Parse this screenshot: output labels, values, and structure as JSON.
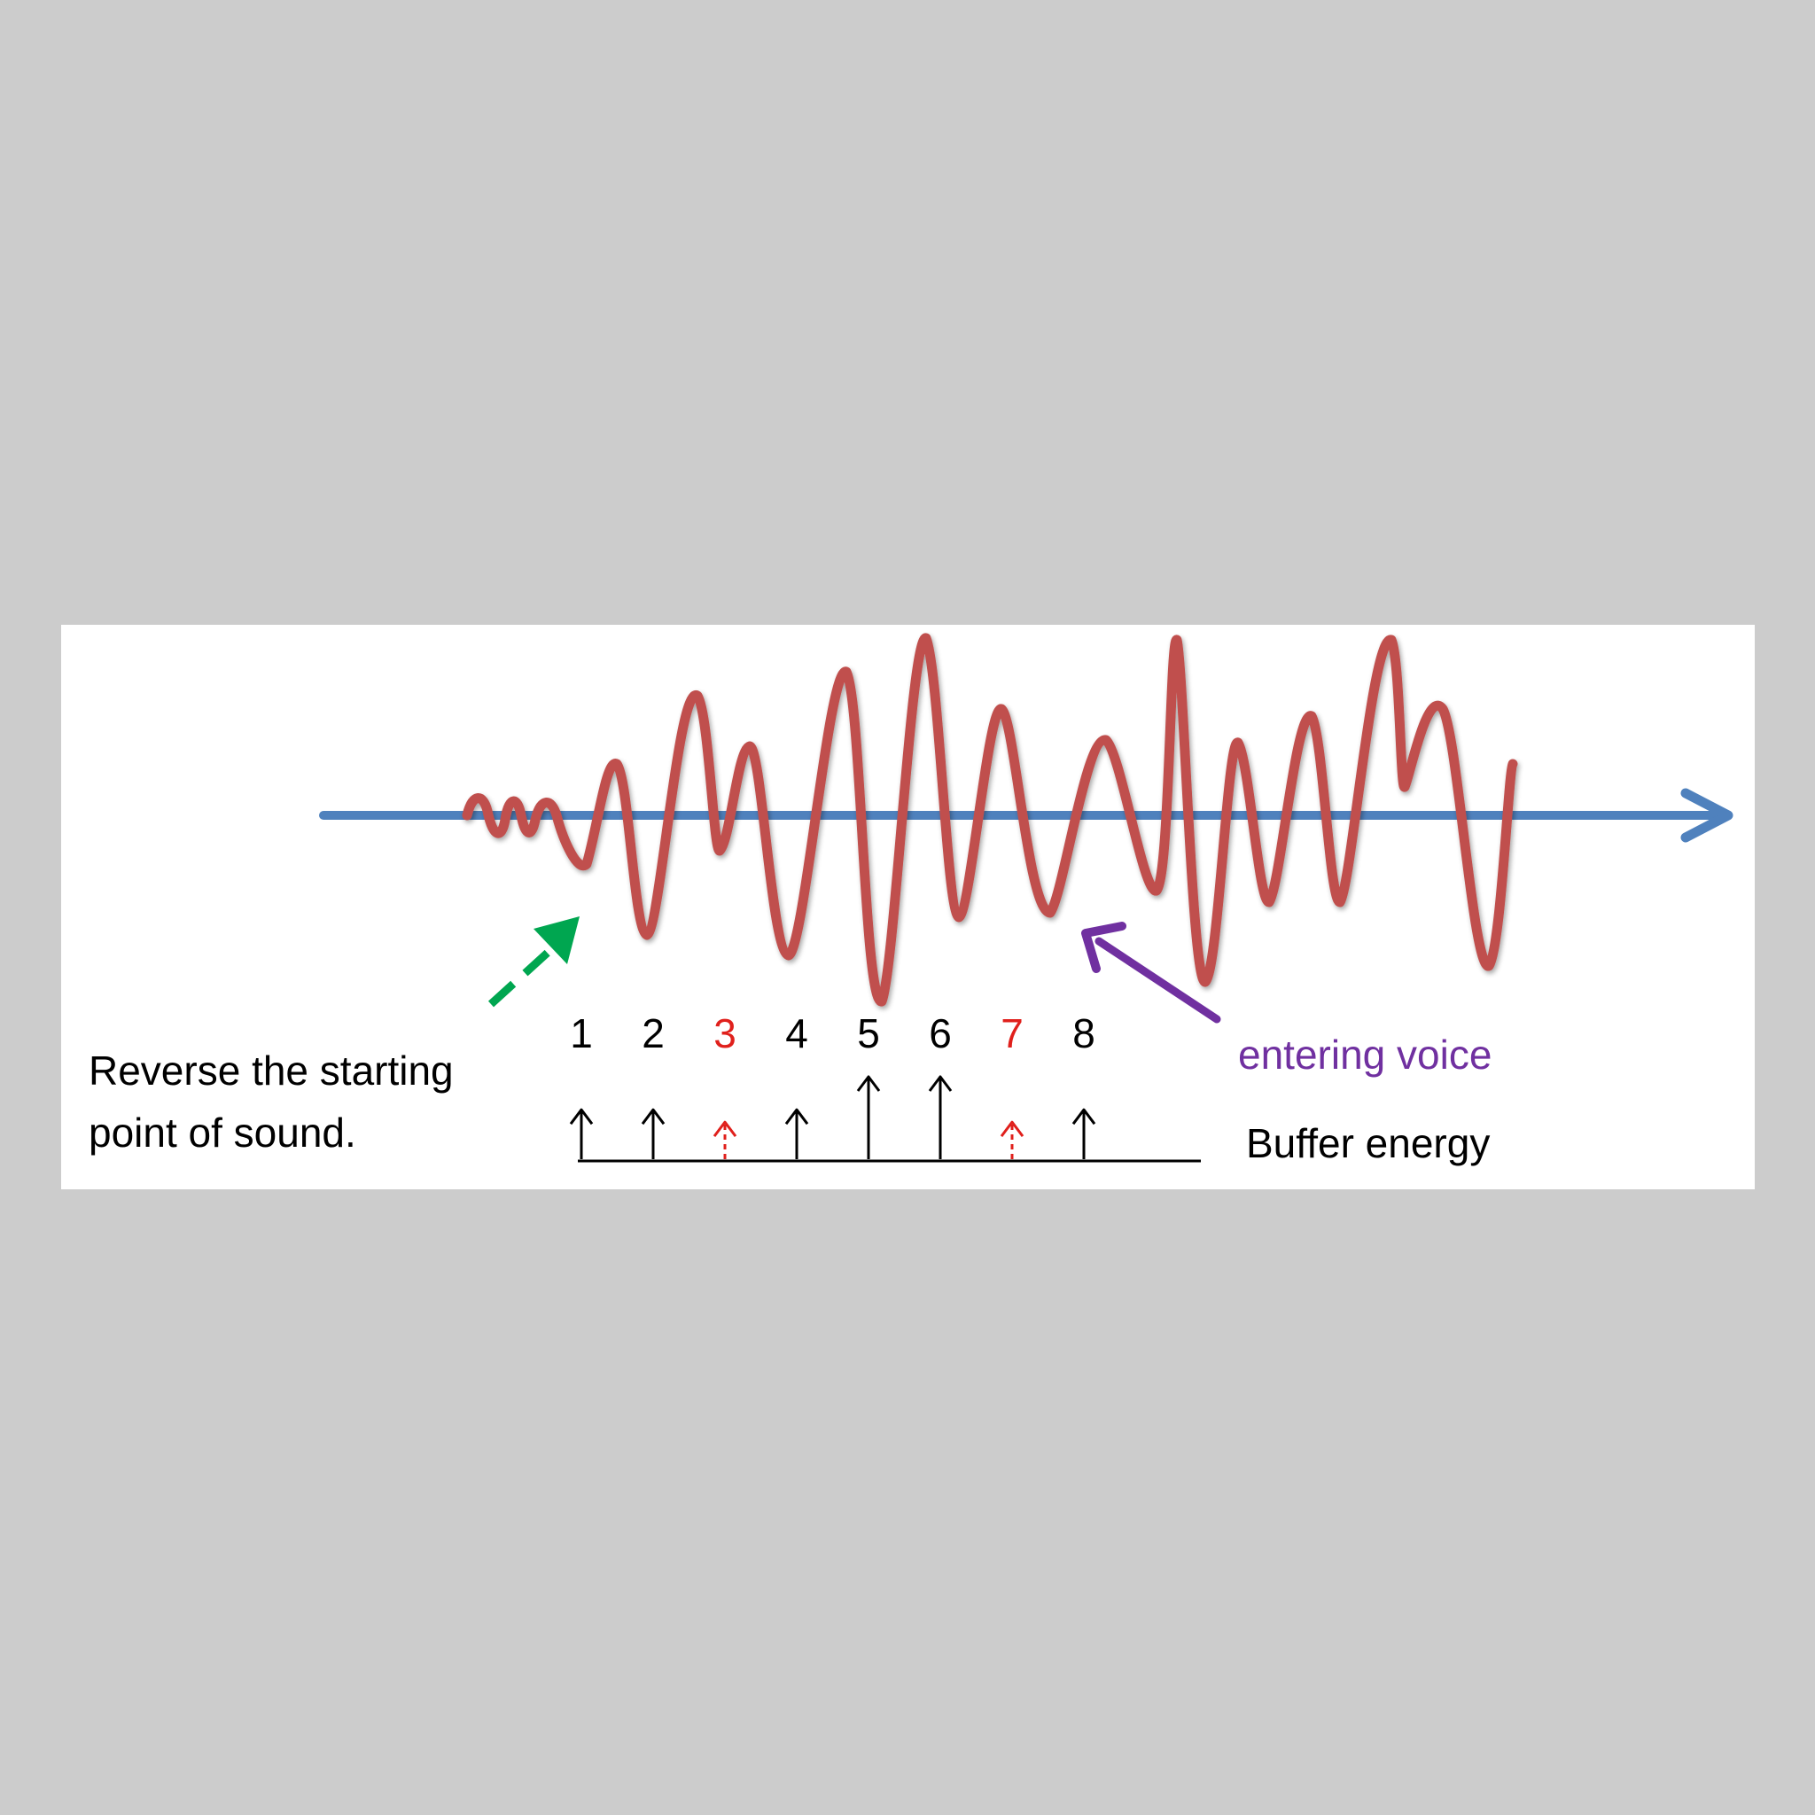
{
  "annotations": {
    "start_point": [
      "Reverse the starting",
      "point of sound."
    ],
    "entering_voice": "entering voice",
    "buffer_energy": "Buffer energy"
  },
  "buffers": [
    {
      "label": "1",
      "color": "#000000",
      "energy": 0.6,
      "style": "solid"
    },
    {
      "label": "2",
      "color": "#000000",
      "energy": 0.6,
      "style": "solid"
    },
    {
      "label": "3",
      "color": "#e0201c",
      "energy": 0.45,
      "style": "dashed"
    },
    {
      "label": "4",
      "color": "#000000",
      "energy": 0.6,
      "style": "solid"
    },
    {
      "label": "5",
      "color": "#000000",
      "energy": 1.0,
      "style": "solid"
    },
    {
      "label": "6",
      "color": "#000000",
      "energy": 1.0,
      "style": "solid"
    },
    {
      "label": "7",
      "color": "#e0201c",
      "energy": 0.45,
      "style": "dashed"
    },
    {
      "label": "8",
      "color": "#000000",
      "energy": 0.6,
      "style": "solid"
    }
  ],
  "colors": {
    "background": "#cccccc",
    "panel": "#ffffff",
    "waveform": "#c0504d",
    "time_axis": "#4f81bd",
    "start_arrow": "#00a650",
    "voice_arrow": "#7030a0",
    "voice_label": "#7030a0",
    "marker_default": "#000000",
    "marker_highlight": "#e0201c"
  }
}
